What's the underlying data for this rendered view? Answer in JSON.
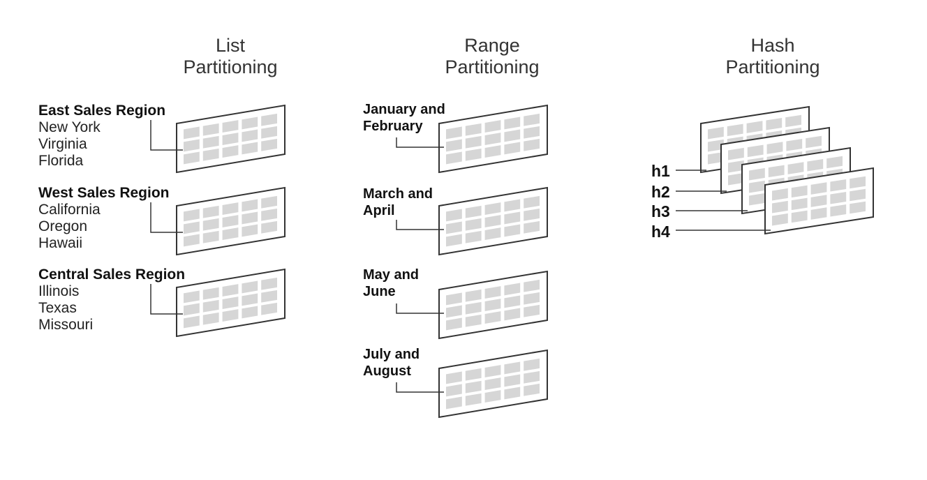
{
  "list": {
    "title_line1": "List",
    "title_line2": "Partitioning",
    "groups": [
      {
        "heading": "East Sales Region",
        "items": [
          "New York",
          "Virginia",
          "Florida"
        ]
      },
      {
        "heading": "West Sales Region",
        "items": [
          "California",
          "Oregon",
          "Hawaii"
        ]
      },
      {
        "heading": "Central Sales Region",
        "items": [
          "Illinois",
          "Texas",
          "Missouri"
        ]
      }
    ]
  },
  "range": {
    "title_line1": "Range",
    "title_line2": "Partitioning",
    "groups": [
      {
        "line1": "January and",
        "line2": "February"
      },
      {
        "line1": "March and",
        "line2": "April"
      },
      {
        "line1": "May and",
        "line2": "June"
      },
      {
        "line1": "July and",
        "line2": "August"
      }
    ]
  },
  "hash": {
    "title_line1": "Hash",
    "title_line2": "Partitioning",
    "labels": [
      "h1",
      "h2",
      "h3",
      "h4"
    ]
  },
  "colors": {
    "outline": "#333333",
    "cell": "#d6d6d6",
    "title": "#333333"
  }
}
